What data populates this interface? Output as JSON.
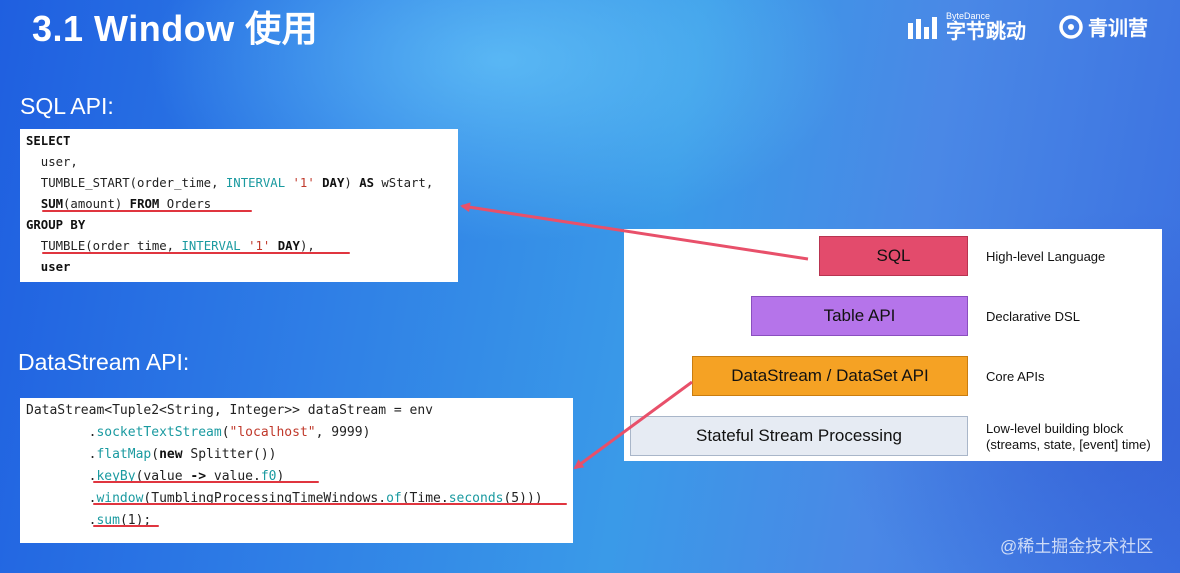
{
  "slide": {
    "title": "3.1 Window 使用"
  },
  "branding": {
    "bytedance_small": "ByteDance",
    "bytedance_big": "字节跳动",
    "qingxunying": "青训营"
  },
  "sql_section": {
    "label": "SQL API:",
    "code": [
      {
        "parts": [
          {
            "t": "SELECT",
            "c": "kw"
          }
        ]
      },
      {
        "parts": [
          {
            "t": "  user,",
            "c": ""
          }
        ]
      },
      {
        "parts": [
          {
            "t": "  TUMBLE_START(order_time, ",
            "c": ""
          },
          {
            "t": "INTERVAL",
            "c": "teal"
          },
          {
            "t": " ",
            "c": ""
          },
          {
            "t": "'1'",
            "c": "str"
          },
          {
            "t": " ",
            "c": ""
          },
          {
            "t": "DAY",
            "c": "kw"
          },
          {
            "t": ") ",
            "c": ""
          },
          {
            "t": "AS",
            "c": "kw"
          },
          {
            "t": " wStart,",
            "c": ""
          }
        ]
      },
      {
        "parts": [
          {
            "t": "  ",
            "c": ""
          },
          {
            "t": "SUM",
            "c": "kw"
          },
          {
            "t": "(amount) ",
            "c": ""
          },
          {
            "t": "FROM",
            "c": "kw"
          },
          {
            "t": " Orders",
            "c": ""
          }
        ]
      },
      {
        "parts": [
          {
            "t": "GROUP BY",
            "c": "kw"
          }
        ]
      },
      {
        "parts": [
          {
            "t": "  TUMBLE(order_time, ",
            "c": ""
          },
          {
            "t": "INTERVAL",
            "c": "teal"
          },
          {
            "t": " ",
            "c": ""
          },
          {
            "t": "'1'",
            "c": "str"
          },
          {
            "t": " ",
            "c": ""
          },
          {
            "t": "DAY",
            "c": "kw"
          },
          {
            "t": "),",
            "c": ""
          }
        ]
      },
      {
        "parts": [
          {
            "t": "  user",
            "c": "kw"
          }
        ]
      }
    ]
  },
  "datastream_section": {
    "label": "DataStream API:",
    "code": [
      {
        "parts": [
          {
            "t": "DataStream<Tuple2<String, Integer>> dataStream = env",
            "c": ""
          }
        ]
      },
      {
        "parts": [
          {
            "t": "        .",
            "c": ""
          },
          {
            "t": "socketTextStream",
            "c": "teal"
          },
          {
            "t": "(",
            "c": ""
          },
          {
            "t": "\"localhost\"",
            "c": "str"
          },
          {
            "t": ", 9999)",
            "c": ""
          }
        ]
      },
      {
        "parts": [
          {
            "t": "        .",
            "c": ""
          },
          {
            "t": "flatMap",
            "c": "teal"
          },
          {
            "t": "(",
            "c": ""
          },
          {
            "t": "new",
            "c": "kw"
          },
          {
            "t": " Splitter())",
            "c": ""
          }
        ]
      },
      {
        "parts": [
          {
            "t": "        .",
            "c": ""
          },
          {
            "t": "keyBy",
            "c": "teal"
          },
          {
            "t": "(value ",
            "c": ""
          },
          {
            "t": "->",
            "c": "kw"
          },
          {
            "t": " value.",
            "c": ""
          },
          {
            "t": "f0",
            "c": "teal"
          },
          {
            "t": ")",
            "c": ""
          }
        ]
      },
      {
        "parts": [
          {
            "t": "        .",
            "c": ""
          },
          {
            "t": "window",
            "c": "teal"
          },
          {
            "t": "(TumblingProcessingTimeWindows.",
            "c": ""
          },
          {
            "t": "of",
            "c": "teal"
          },
          {
            "t": "(Time.",
            "c": ""
          },
          {
            "t": "seconds",
            "c": "teal"
          },
          {
            "t": "(5)))",
            "c": ""
          }
        ]
      },
      {
        "parts": [
          {
            "t": "        .",
            "c": ""
          },
          {
            "t": "sum",
            "c": "teal"
          },
          {
            "t": "(1);",
            "c": ""
          }
        ]
      }
    ]
  },
  "api_stack": {
    "layers": [
      {
        "label": "SQL",
        "desc": "High-level Language",
        "color": "#e34b6c"
      },
      {
        "label": "Table API",
        "desc": "Declarative DSL",
        "color": "#b574ea"
      },
      {
        "label": "DataStream / DataSet API",
        "desc": "Core APIs",
        "color": "#f5a224"
      },
      {
        "label": "Stateful Stream Processing",
        "desc_line1": "Low-level building block",
        "desc_line2": "(streams, state, [event] time)",
        "color": "#e6ebf3"
      }
    ]
  },
  "colors": {
    "accent_red": "#e0353f",
    "background": "#2f7fe6"
  },
  "watermark": "@稀土掘金技术社区"
}
